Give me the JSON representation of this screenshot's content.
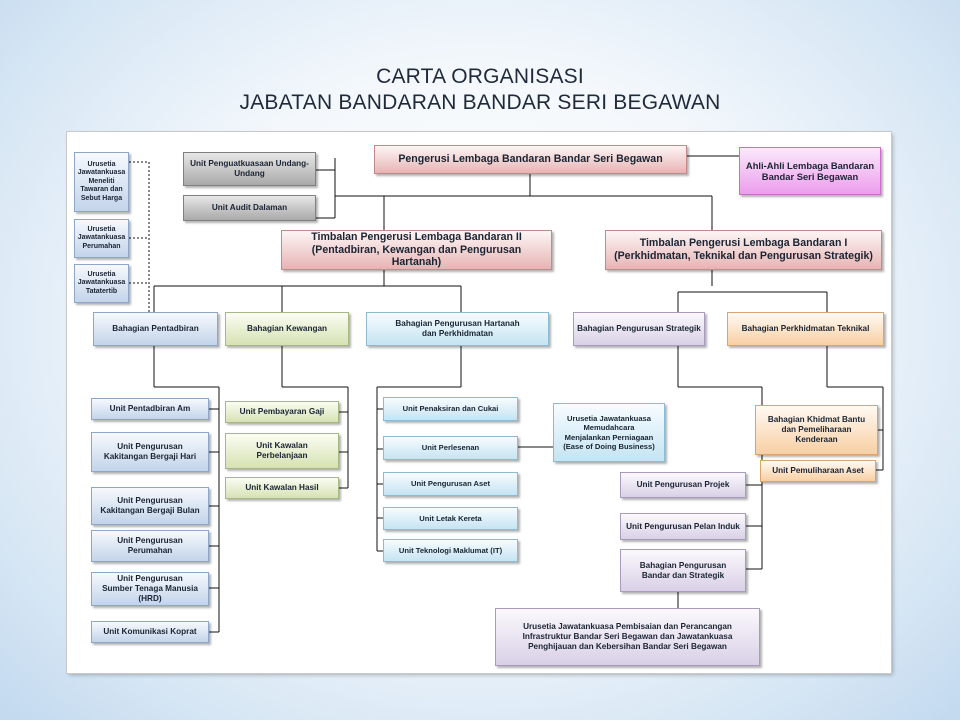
{
  "title": {
    "line1": "CARTA ORGANISASI",
    "line2": "JABATAN BANDARAN BANDAR SERI BEGAWAN"
  },
  "nodes": {
    "pengerusi": "Pengerusi Lembaga Bandaran Bandar Seri Begawan",
    "ahli_ahli": "Ahli-Ahli Lembaga Bandaran Bandar Seri Begawan",
    "unit_penguatkuasaan": "Unit Penguatkuasaan Undang-Undang",
    "unit_audit": "Unit Audit Dalaman",
    "urusetia_tawaran": "Urusetia Jawatankuasa Meneliti Tawaran dan Sebut Harga",
    "urusetia_perumahan": "Urusetia Jawatankuasa Perumahan",
    "urusetia_tatatertib": "Urusetia Jawatankuasa Tatatertib",
    "timbalan_2": "Timbalan Pengerusi Lembaga Bandaran II (Pentadbiran, Kewangan dan Pengurusan Hartanah)",
    "timbalan_1": "Timbalan Pengerusi Lembaga Bandaran I (Perkhidmatan, Teknikal dan Pengurusan Strategik)",
    "bahagian_pentadbiran": "Bahagian Pentadbiran",
    "bahagian_kewangan": "Bahagian Kewangan",
    "bahagian_hartanah": "Bahagian Pengurusan Hartanah dan Perkhidmatan",
    "bahagian_strategik": "Bahagian Pengurusan Strategik",
    "bahagian_teknikal": "Bahagian Perkhidmatan Teknikal",
    "unit_pentadbiran_am": "Unit Pentadbiran Am",
    "unit_kakitangan_hari": "Unit Pengurusan Kakitangan Bergaji Hari",
    "unit_kakitangan_bulan": "Unit Pengurusan Kakitangan Bergaji Bulan",
    "unit_perumahan": "Unit Pengurusan Perumahan",
    "unit_hrd": "Unit Pengurusan Sumber Tenaga Manusia (HRD)",
    "unit_komunikasi": "Unit Komunikasi Koprat",
    "unit_pembayaran": "Unit Pembayaran Gaji",
    "unit_perbelanjaan": "Unit Kawalan Perbelanjaan",
    "unit_hasil": "Unit Kawalan Hasil",
    "unit_penaksiran": "Unit Penaksiran dan Cukai",
    "unit_perlesenan": "Unit Perlesenan",
    "unit_aset": "Unit Pengurusan Aset",
    "unit_kereta": "Unit Letak Kereta",
    "unit_it": "Unit Teknologi Maklumat (IT)",
    "urusetia_ease": "Urusetia Jawatankuasa Memudahcara Menjalankan Perniagaan (Ease of Doing Business)",
    "unit_projek": "Unit Pengurusan Projek",
    "unit_pelan_induk": "Unit Pengurusan Pelan Induk",
    "bahagian_bandar_strategik": "Bahagian Pengurusan Bandar dan Strategik",
    "urusetia_infrastruktur": "Urusetia Jawatankuasa Pembisaian dan Perancangan Infrastruktur Bandar Seri Begawan dan Jawatankuasa Penghijauan dan Kebersihan Bandar Seri Begawan",
    "bahagian_khidmat_bantu": "Bahagian Khidmat Bantu dan Pemeliharaan Kenderaan",
    "unit_pemuliharaan_aset": "Unit Pemuliharaan Aset"
  },
  "colors": {
    "blue": "#c3d4ea",
    "green": "#d5e2b2",
    "cyan": "#c5e4f2",
    "purple": "#d9d0e6",
    "orange": "#f8cfa3",
    "red": "#e7b4b4",
    "gray": "#a9a9a9",
    "magenta": "#ec9ded",
    "line": "#111111"
  }
}
